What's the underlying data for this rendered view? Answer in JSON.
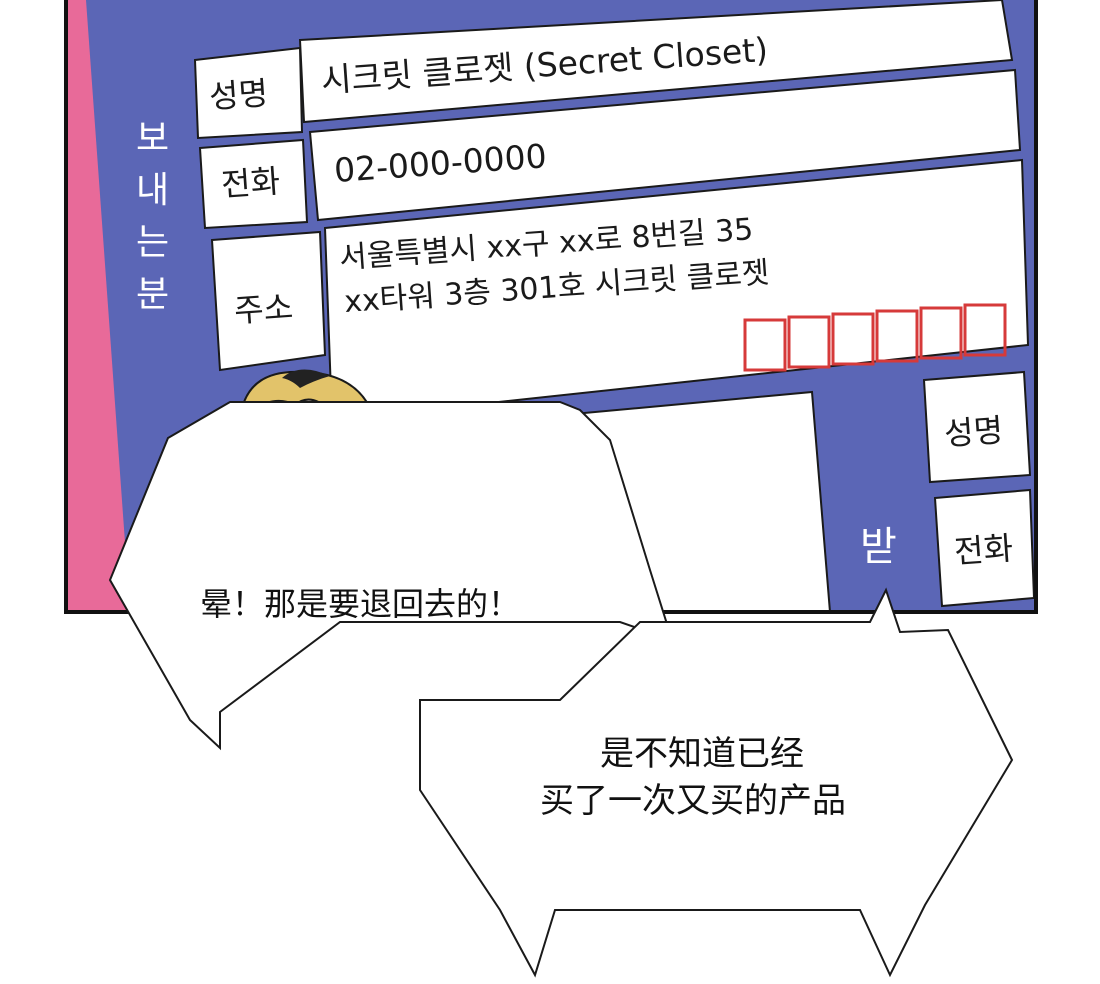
{
  "label": {
    "sender_vertical": "보\n내\n는\n분",
    "receiver_vertical": "받"
  },
  "sender": {
    "name_label": "성명",
    "name_value": "시크릿 클로젯 (Secret Closet)",
    "phone_label": "전화",
    "phone_value": "02-000-0000",
    "address_label": "주소",
    "address_line1": "서울특별시 xx구 xx로 8번길 35",
    "address_line2": "xx타워 3층 301호 시크릿 클로젯"
  },
  "receiver": {
    "name_label": "성명",
    "phone_label": "전화"
  },
  "bubbles": {
    "first": "晕！那是要退回去的！",
    "second_line1": "是不知道已经",
    "second_line2": "买了一次又买的产品"
  },
  "colors": {
    "label_blue": "#5b66b6",
    "pink_edge": "#e35a8a",
    "stamp_red": "#d63a3a",
    "hair": "#e2c36a"
  },
  "icons": {
    "postal_code_boxes": 6
  }
}
